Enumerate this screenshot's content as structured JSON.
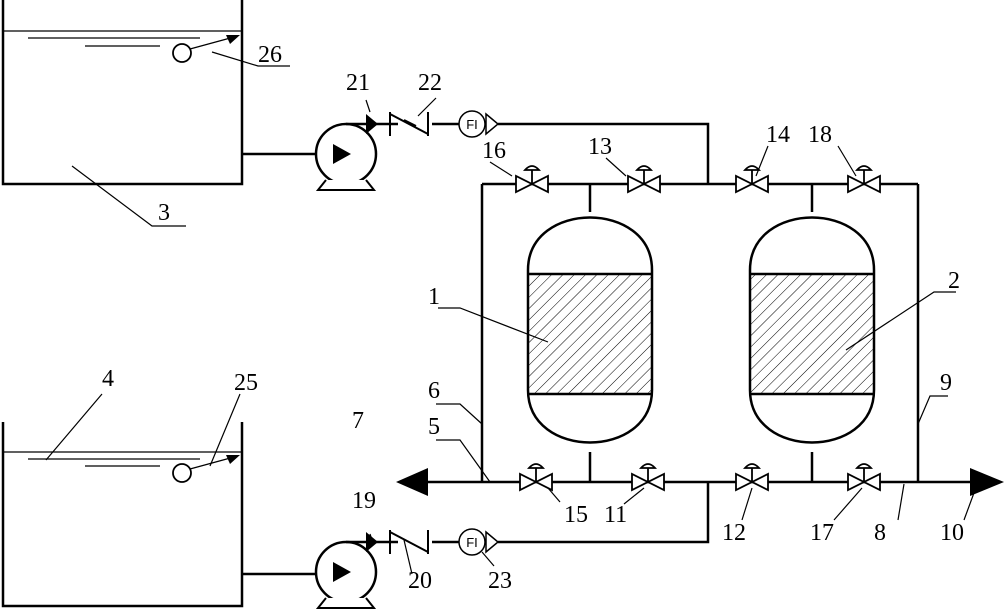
{
  "diagram": {
    "flow_indicator_text": "FI",
    "labels": {
      "n1": "1",
      "n2": "2",
      "n3": "3",
      "n4": "4",
      "n5": "5",
      "n6": "6",
      "n7": "7",
      "n8": "8",
      "n9": "9",
      "n10": "10",
      "n11": "11",
      "n12": "12",
      "n13": "13",
      "n14": "14",
      "n15": "15",
      "n16": "16",
      "n17": "17",
      "n18": "18",
      "n19": "19",
      "n20": "20",
      "n21": "21",
      "n22": "22",
      "n23": "23",
      "n25": "25",
      "n26": "26"
    }
  }
}
